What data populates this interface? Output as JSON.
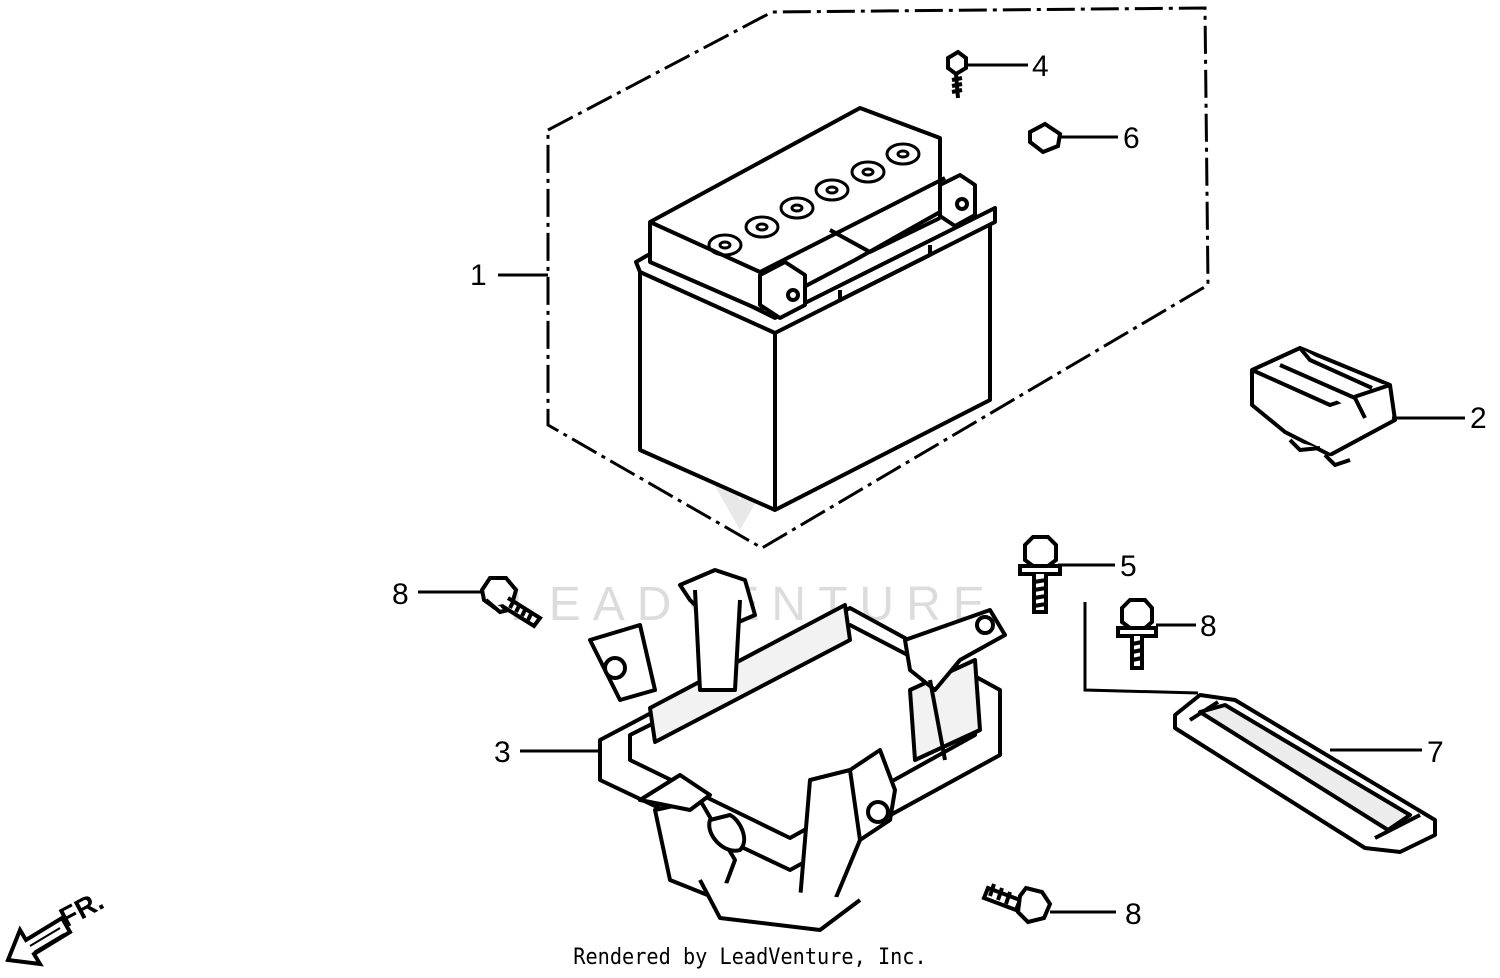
{
  "watermark": {
    "text": "LEADVENTURE"
  },
  "direction_label": "FR.",
  "footer": "Rendered by LeadVenture, Inc.",
  "callouts": [
    {
      "number": "1",
      "part": "battery"
    },
    {
      "number": "2",
      "part": "battery-terminal-cover"
    },
    {
      "number": "3",
      "part": "battery-box"
    },
    {
      "number": "4",
      "part": "terminal-bolt"
    },
    {
      "number": "5",
      "part": "flange-bolt"
    },
    {
      "number": "6",
      "part": "terminal-nut"
    },
    {
      "number": "7",
      "part": "battery-band"
    },
    {
      "number": "8a",
      "label": "8",
      "part": "flange-bolt-left"
    },
    {
      "number": "8b",
      "label": "8",
      "part": "flange-bolt-right"
    },
    {
      "number": "8c",
      "label": "8",
      "part": "flange-bolt-bottom"
    }
  ]
}
